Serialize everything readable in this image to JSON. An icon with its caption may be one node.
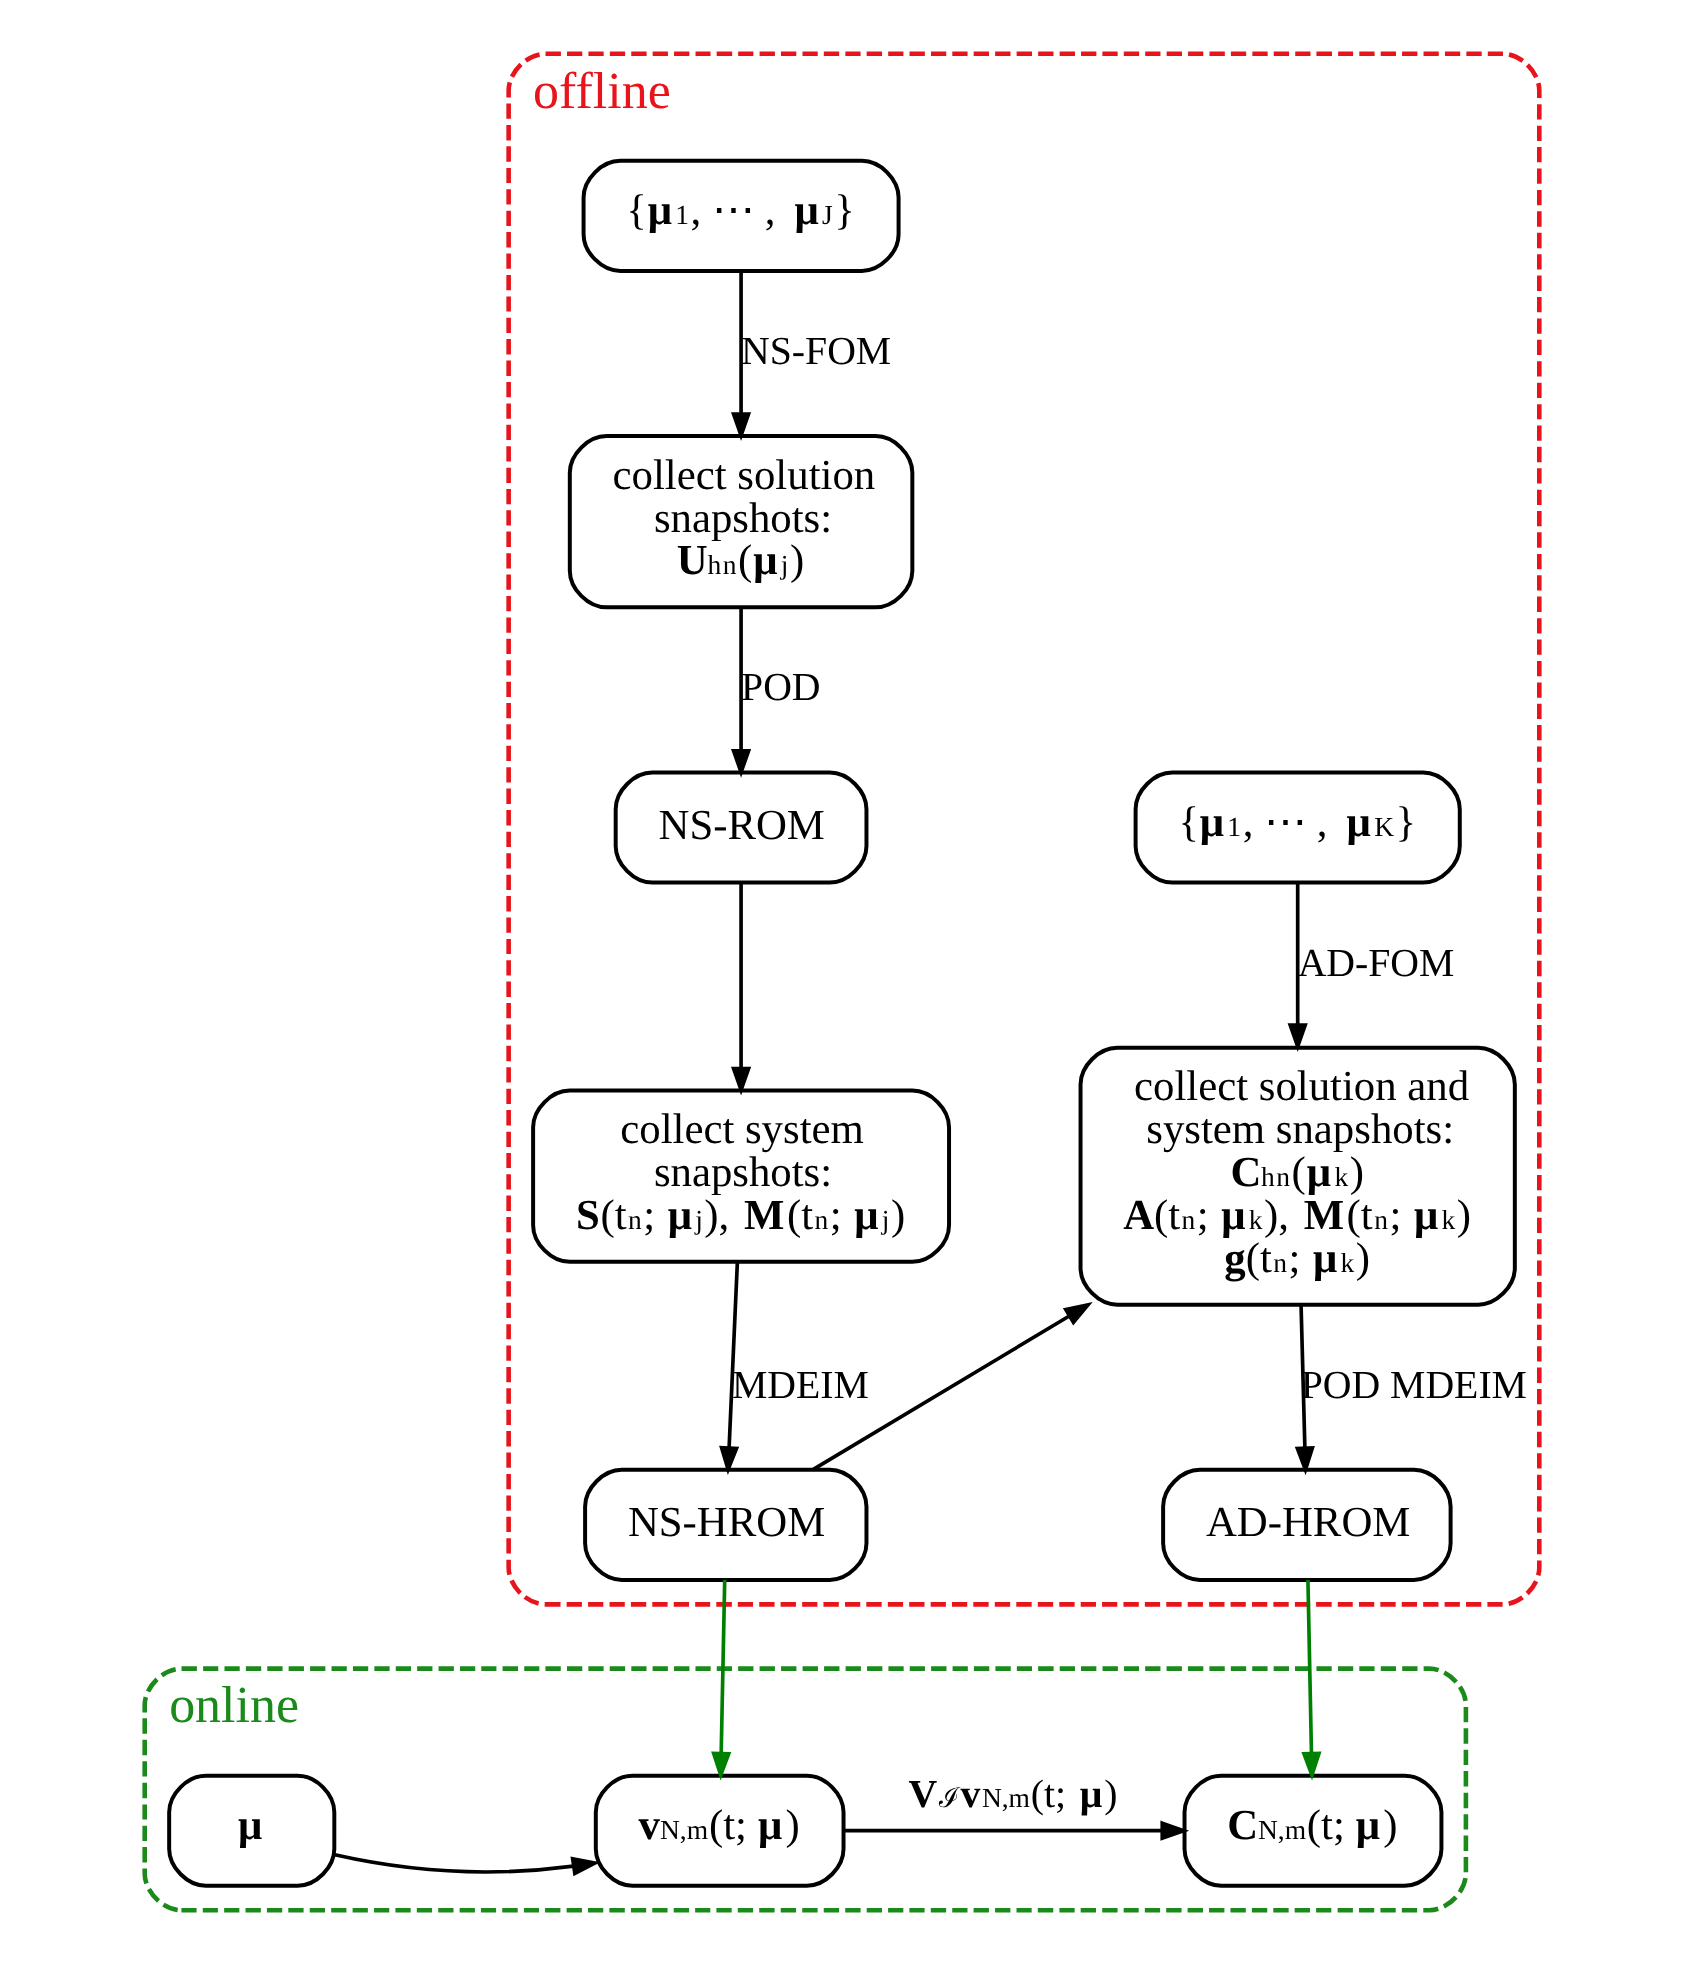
{
  "diagram": {
    "nodes": [
      {
        "text": [
          "offline"
        ]
      },
      {
        "text": [
          "{**μ**$^{1}$, ⋯ , **μ**$^{J}$}"
        ],
        "in": 0
      },
      {
        "text": [
          "collect solution snapshots:",
          "**U**$_{h}$$^{n}$(**μ**$^{j}$)"
        ],
        "in": 0
      },
      {
        "text": [
          "NS-ROM"
        ],
        "in": 0
      },
      {
        "text": [
          "collect system snapshots:",
          "**S**(t$_{n}$; **μ**$^{j}$), **M**(t$_{n}$; **μ**$^{j}$)"
        ],
        "in": 0
      },
      {
        "text": [
          "NS-HROM"
        ],
        "in": 0
      },
      {
        "text": [
          "{**μ**$^{1}$, ⋯ , **μ**$^{K}$}"
        ],
        "in": 0
      },
      {
        "text": [
          "collect solution and system snapshots:",
          "**C**$_{h}$$^{n}$(**μ**$^{k}$)",
          "**A**(t$_{n}$; **μ**$^{k}$), **M**(t$_{n}$; **μ**$^{k}$)",
          "**g**(t$_{n}$; **μ**$^{k}$)"
        ],
        "in": 0
      },
      {
        "text": [
          "AD-HROM"
        ],
        "in": 0
      },
      {
        "text": [
          "online"
        ]
      },
      {
        "text": [
          "**μ**"
        ],
        "in": 9
      },
      {
        "text": [
          "**v**$_{N,m}$(t; **μ**)"
        ],
        "in": 9
      },
      {
        "text": [
          "**C**$_{N,m}$(t; **μ**)"
        ],
        "in": 9
      }
    ],
    "edges": [
      {
        "from": 1,
        "to": 2,
        "arrow": "to",
        "label": "NS-FOM"
      },
      {
        "from": 2,
        "to": 3,
        "arrow": "to",
        "label": "POD"
      },
      {
        "from": 3,
        "to": 4,
        "arrow": "to"
      },
      {
        "from": 4,
        "to": 5,
        "arrow": "to",
        "label": "MDEIM"
      },
      {
        "from": 5,
        "to": 7,
        "arrow": "to"
      },
      {
        "from": 6,
        "to": 7,
        "arrow": "to",
        "label": "AD-FOM"
      },
      {
        "from": 7,
        "to": 8,
        "arrow": "to",
        "label": "POD MDEIM"
      },
      {
        "from": 5,
        "to": 11,
        "arrow": "to",
        "color": "#008000"
      },
      {
        "from": 8,
        "to": 12,
        "arrow": "to",
        "color": "#008000"
      },
      {
        "from": 10,
        "to": 11,
        "arrow": "to"
      },
      {
        "from": 11,
        "to": 12,
        "arrow": "to",
        "label": "**V**$_{ℐ}$**v**$_{N,m}$(t; **μ**)"
      }
    ]
  }
}
